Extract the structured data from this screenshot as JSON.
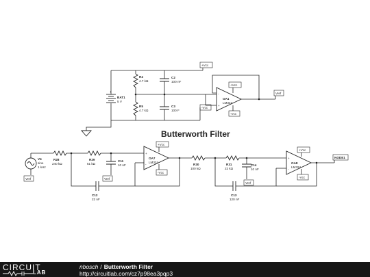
{
  "diagram": {
    "title": "Butterworth Filter",
    "power": {
      "bat1": {
        "name": "BAT1",
        "value": "5 V"
      },
      "r4": {
        "name": "R4",
        "value": "4.7 kΩ"
      },
      "r5": {
        "name": "R5",
        "value": "4.7 kΩ"
      },
      "c2": {
        "name": "C2",
        "value": "100 nF"
      },
      "c3": {
        "name": "C3",
        "value": "100 F"
      },
      "oa1": {
        "name": "OA1",
        "model": "LM324"
      }
    },
    "stage1": {
      "v4": {
        "name": "V4",
        "line1": "sine",
        "line2": "1 kHz"
      },
      "r28": {
        "name": "R28",
        "value": "240 kΩ"
      },
      "r29": {
        "name": "R29",
        "value": "51 kΩ"
      },
      "c11": {
        "name": "C11",
        "value": "10 nF"
      },
      "c12": {
        "name": "C12",
        "value": "22 nF"
      },
      "oa7": {
        "name": "OA7",
        "model": "LM324"
      }
    },
    "stage2": {
      "r30": {
        "name": "R30",
        "value": "100 kΩ"
      },
      "r31": {
        "name": "R31",
        "value": "22 kΩ"
      },
      "c14": {
        "name": "C14",
        "value": "10 nF"
      },
      "c13": {
        "name": "C13",
        "value": "120 nF"
      },
      "oa8": {
        "name": "OA8",
        "model": "LM324"
      }
    },
    "tags": {
      "vcc_pos": "+Vcc",
      "vcc_neg": "-Vcc",
      "vref": "Vref",
      "node": "NODE1"
    },
    "pin_plus": "+",
    "pin_minus": "-"
  },
  "footer": {
    "logo_circuit": "CIRCUIT",
    "logo_lab": "LAB",
    "author": "nbosch",
    "separator": "/",
    "project_title": "Butterworth Filter",
    "url": "http://circuitlab.com/cz7p98ea3pqp3"
  }
}
